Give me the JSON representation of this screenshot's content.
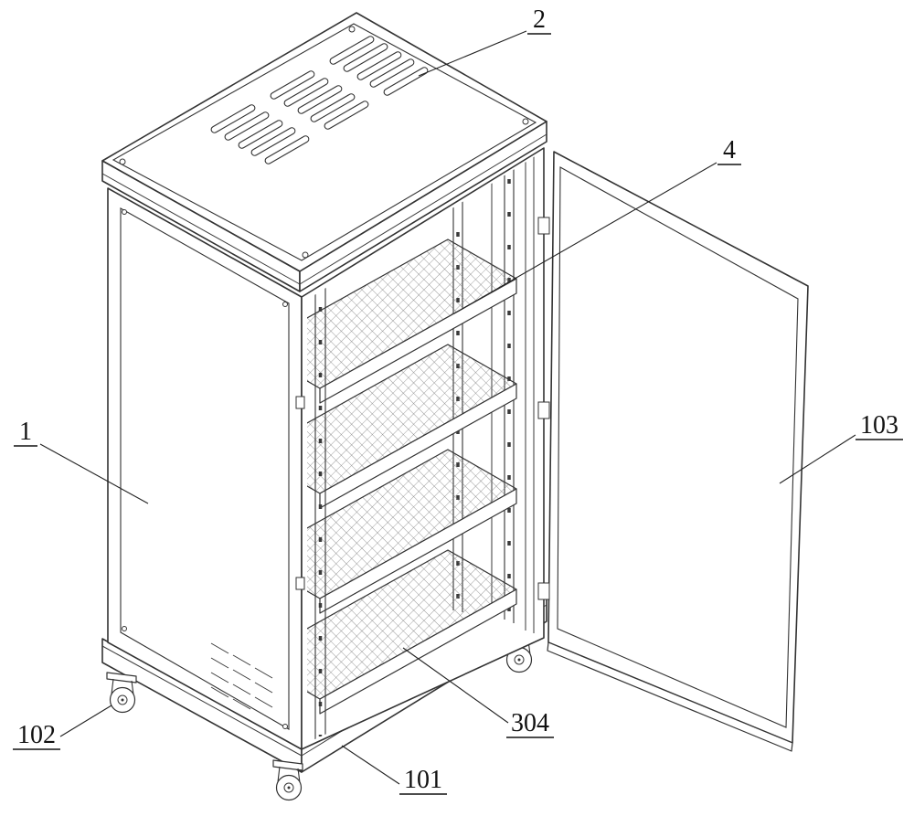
{
  "figure": {
    "background": "#ffffff",
    "line_color": "#333333",
    "labels": {
      "cabinet_body": "1",
      "top_cover": "2",
      "rack_rail": "4",
      "base_frame": "101",
      "caster": "102",
      "door_panel": "103",
      "mesh_tray": "304"
    }
  }
}
